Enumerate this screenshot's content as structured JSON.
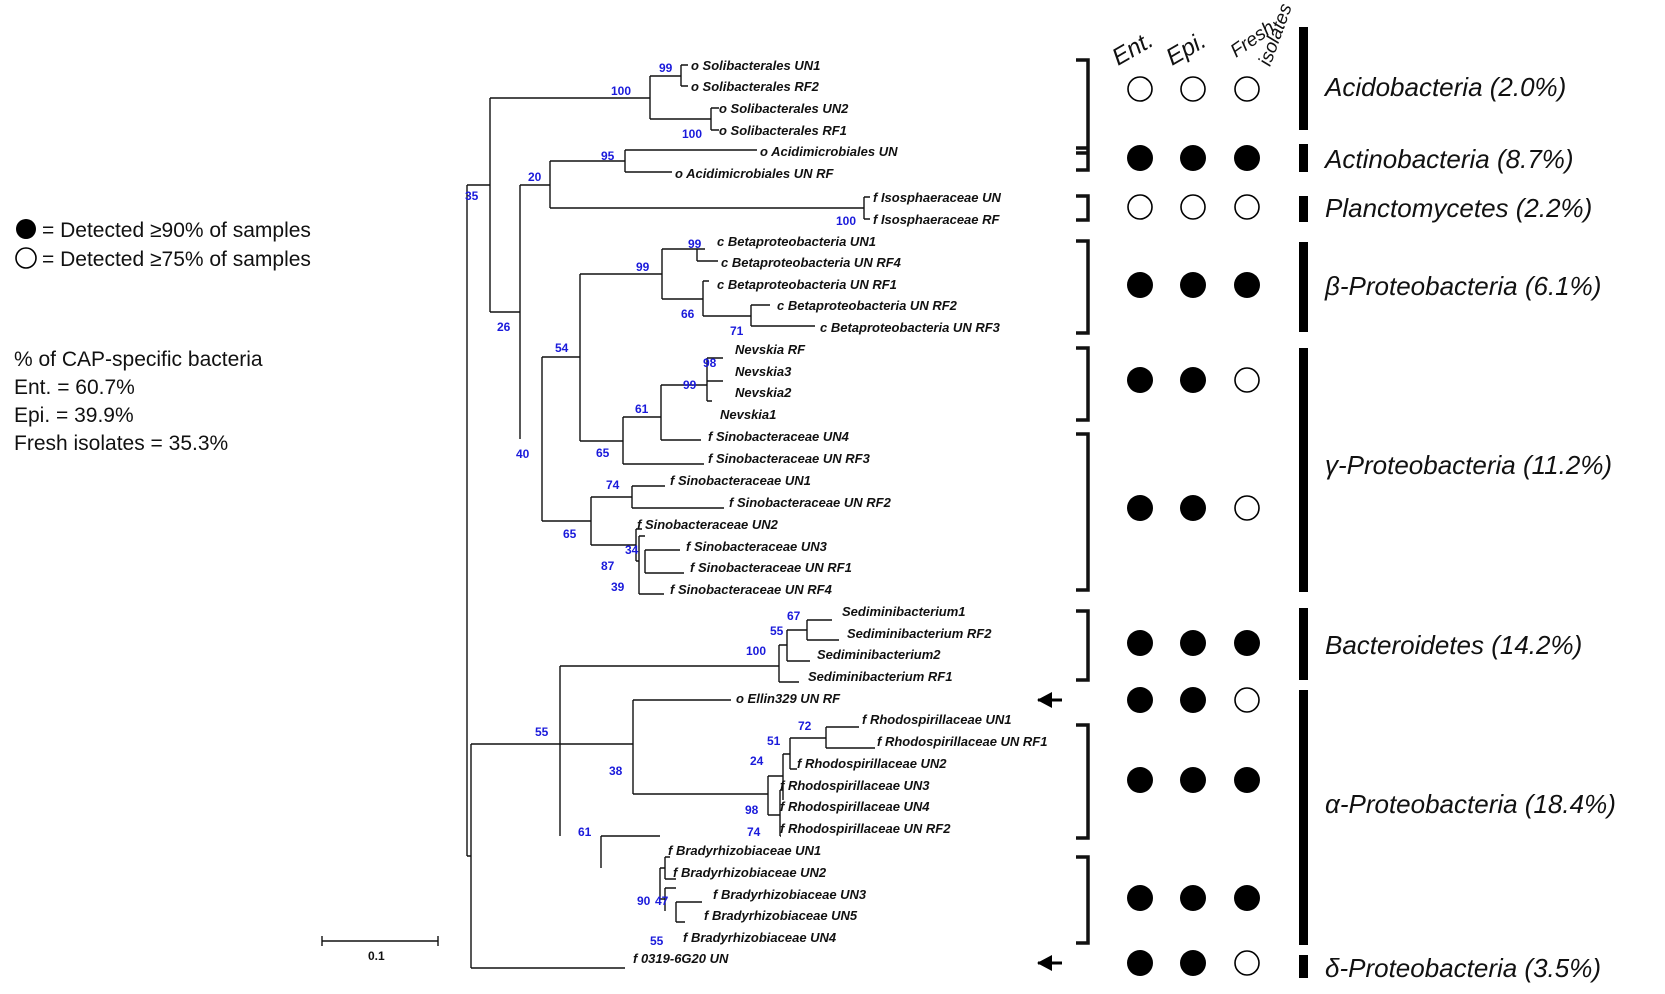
{
  "legend": {
    "detected_90": "= Detected ≥90% of samples",
    "detected_75": "= Detected ≥75% of samples",
    "cap_title": "% of CAP-specific bacteria",
    "cap_ent": "Ent. = 60.7%",
    "cap_epi": "Epi. = 39.9%",
    "cap_fresh": "Fresh isolates = 35.3%"
  },
  "scale_bar": {
    "label": "0.1"
  },
  "headers": {
    "ent": "Ent.",
    "epi": "Epi.",
    "fresh_line1": "Fresh",
    "fresh_line2": "isolates"
  },
  "leaves": [
    "o Solibacterales UN1",
    "o Solibacterales RF2",
    "o Solibacterales UN2",
    "o Solibacterales RF1",
    "o Acidimicrobiales UN",
    "o Acidimicrobiales UN RF",
    "f Isosphaeraceae UN",
    "f Isosphaeraceae RF",
    "c Betaproteobacteria UN1",
    "c Betaproteobacteria UN RF4",
    "c Betaproteobacteria UN RF1",
    "c Betaproteobacteria UN RF2",
    "c Betaproteobacteria UN RF3",
    "Nevskia RF",
    "Nevskia3",
    "Nevskia2",
    "Nevskia1",
    "f Sinobacteraceae UN4",
    "f Sinobacteraceae UN RF3",
    "f Sinobacteraceae UN1",
    "f Sinobacteraceae UN RF2",
    "f Sinobacteraceae UN2",
    "f Sinobacteraceae UN3",
    "f Sinobacteraceae UN RF1",
    "f Sinobacteraceae UN RF4",
    "Sediminibacterium1",
    "Sediminibacterium RF2",
    "Sediminibacterium2",
    "Sediminibacterium RF1",
    "o Ellin329 UN RF",
    "f Rhodospirillaceae UN1",
    "f Rhodospirillaceae UN RF1",
    "f Rhodospirillaceae UN2",
    "f Rhodospirillaceae UN3",
    "f Rhodospirillaceae UN4",
    "f Rhodospirillaceae UN RF2",
    "f Bradyrhizobiaceae UN1",
    "f Bradyrhizobiaceae UN2",
    "f Bradyrhizobiaceae UN3",
    "f Bradyrhizobiaceae UN5",
    "f Bradyrhizobiaceae UN4",
    "f 0319-6G20 UN"
  ],
  "bootstrap": [
    "99",
    "100",
    "100",
    "95",
    "20",
    "100",
    "35",
    "99",
    "99",
    "66",
    "71",
    "26",
    "98",
    "99",
    "61",
    "65",
    "54",
    "40",
    "74",
    "34",
    "87",
    "39",
    "65",
    "67",
    "55",
    "100",
    "72",
    "51",
    "24",
    "98",
    "74",
    "38",
    "55",
    "61",
    "90",
    "47",
    "55"
  ],
  "groups": [
    {
      "ent": "open",
      "epi": "open",
      "fresh": "open"
    },
    {
      "ent": "filled",
      "epi": "filled",
      "fresh": "filled"
    },
    {
      "ent": "open",
      "epi": "open",
      "fresh": "open"
    },
    {
      "ent": "filled",
      "epi": "filled",
      "fresh": "filled"
    },
    {
      "ent": "filled",
      "epi": "filled",
      "fresh": "open"
    },
    {
      "ent": "filled",
      "epi": "filled",
      "fresh": "open"
    },
    {
      "ent": "filled",
      "epi": "filled",
      "fresh": "filled"
    },
    {
      "ent": "filled",
      "epi": "filled",
      "fresh": "open"
    },
    {
      "ent": "filled",
      "epi": "filled",
      "fresh": "filled"
    },
    {
      "ent": "filled",
      "epi": "filled",
      "fresh": "filled"
    },
    {
      "ent": "filled",
      "epi": "filled",
      "fresh": "open"
    }
  ],
  "phyla": [
    {
      "pre": "",
      "name": "Acidobacteria (2.0%)"
    },
    {
      "pre": "",
      "name": "Actinobacteria (8.7%)"
    },
    {
      "pre": "",
      "name": "Planctomycetes (2.2%)"
    },
    {
      "pre": "β",
      "name": "-Proteobacteria (6.1%)"
    },
    {
      "pre": "γ",
      "name": "-Proteobacteria (11.2%)"
    },
    {
      "pre": "",
      "name": "Bacteroidetes (14.2%)"
    },
    {
      "pre": "α",
      "name": "-Proteobacteria (18.4%)"
    },
    {
      "pre": "δ",
      "name": "-Proteobacteria (3.5%)"
    }
  ]
}
